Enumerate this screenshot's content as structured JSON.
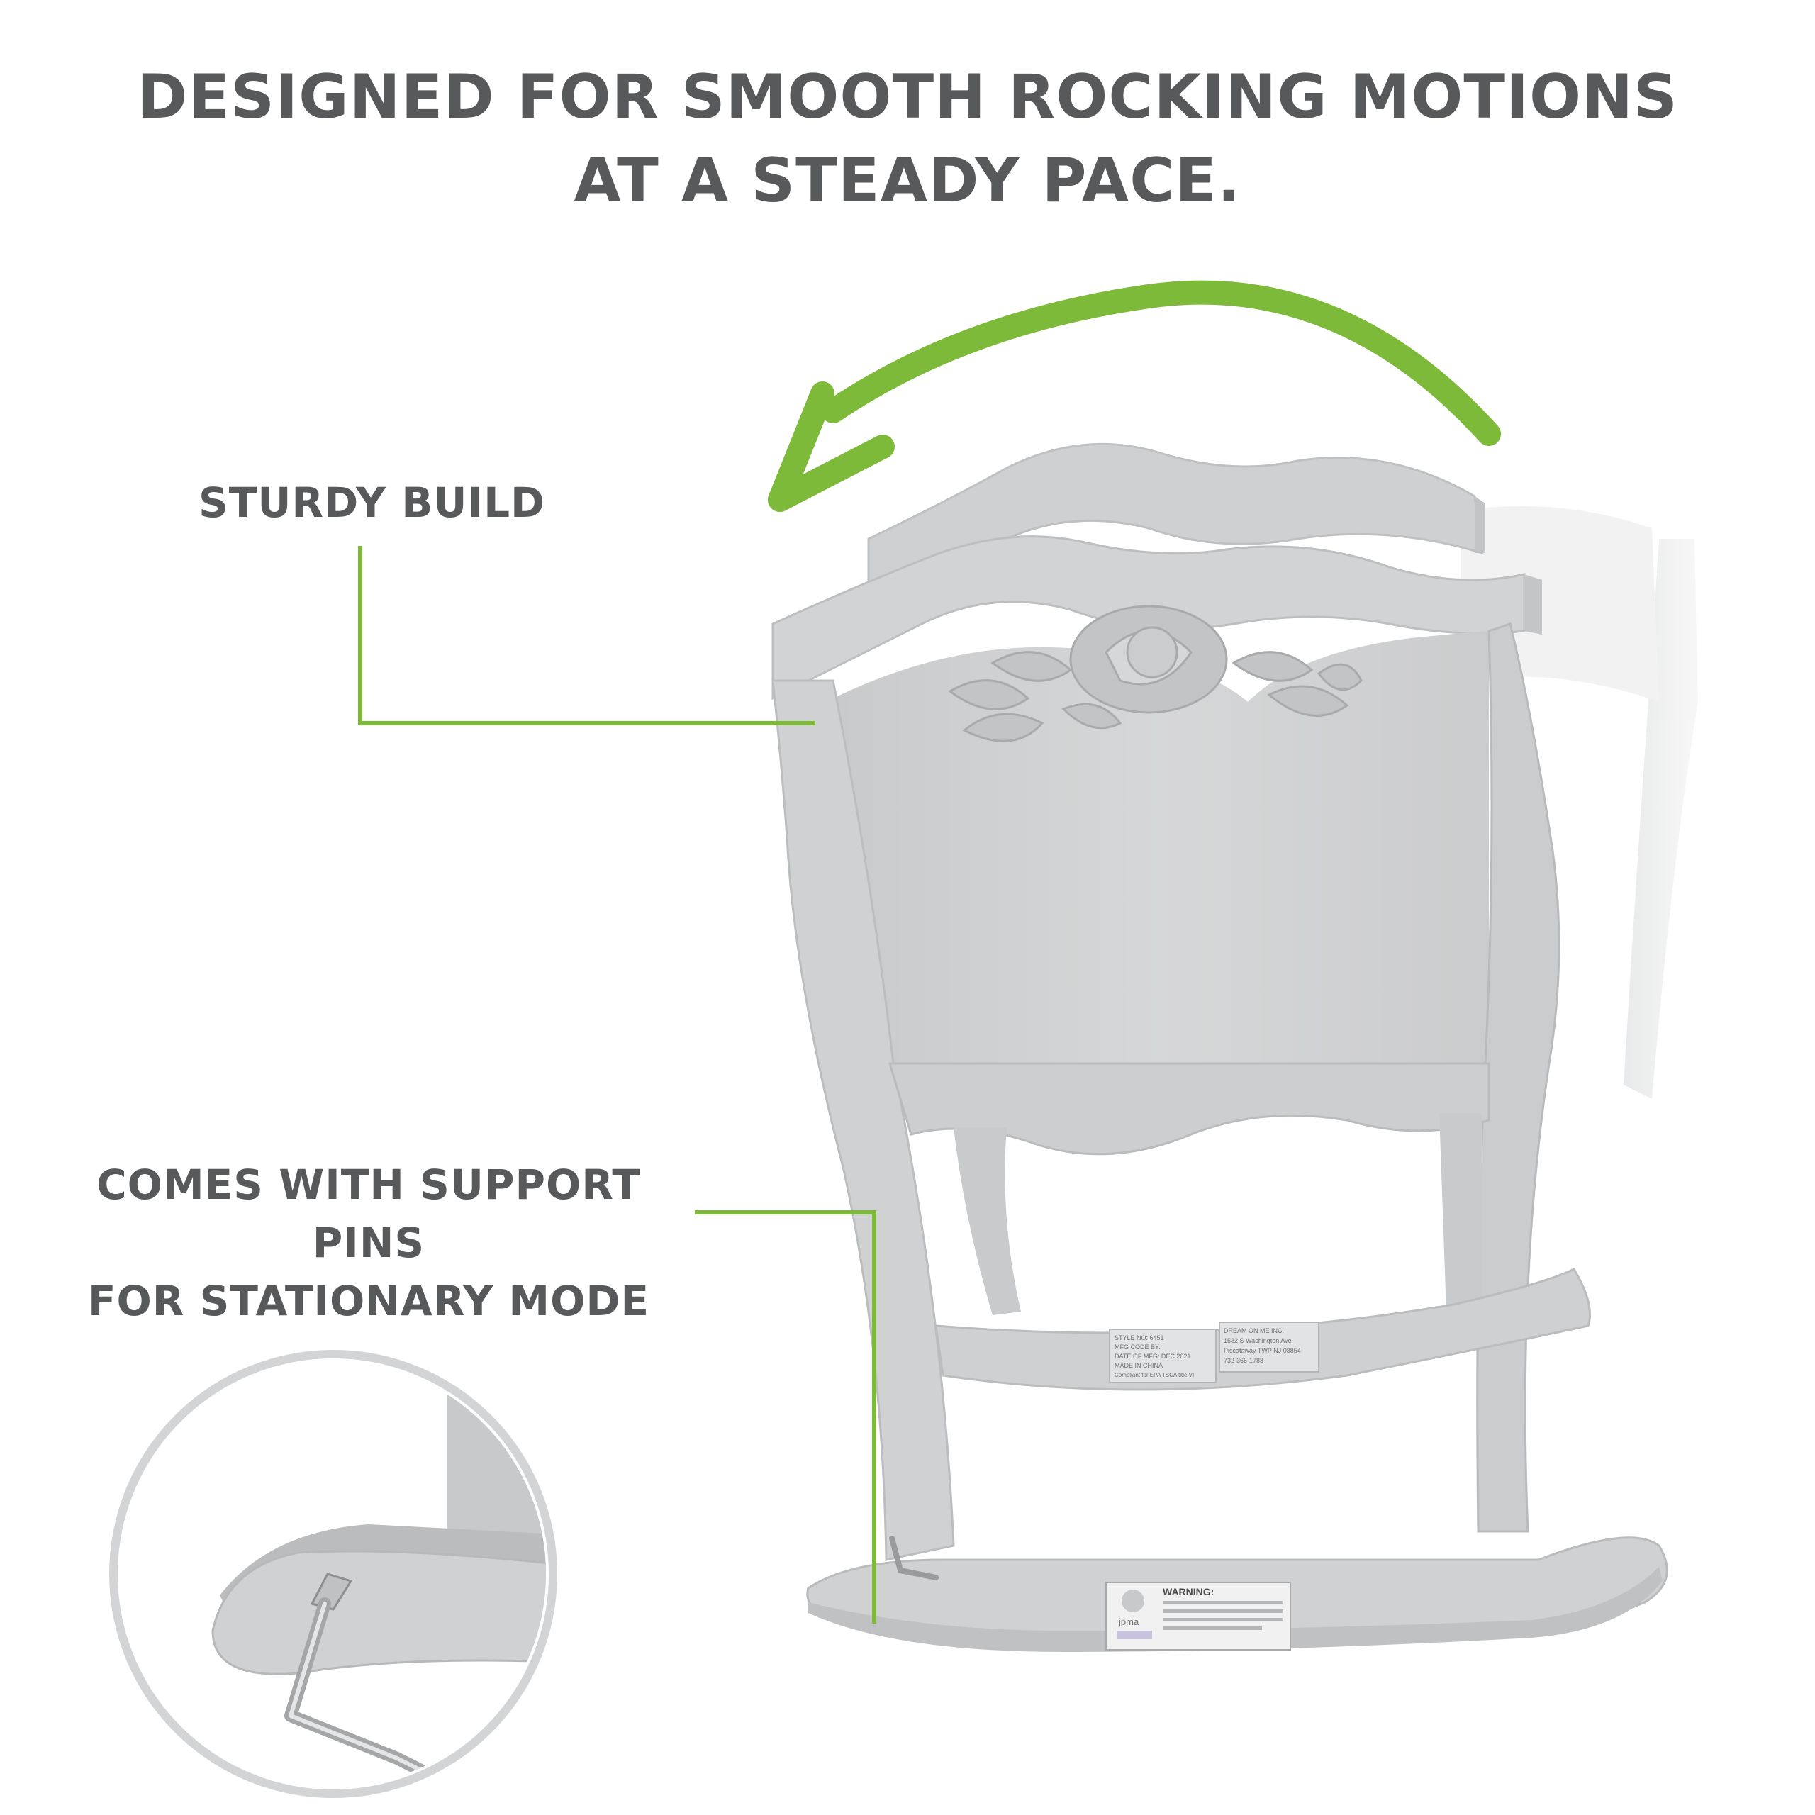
{
  "headline": {
    "line1": "DESIGNED FOR SMOOTH ROCKING MOTIONS",
    "line2": "AT A STEADY PACE."
  },
  "callouts": {
    "sturdy_build": "STURDY BUILD",
    "support_pins_line1": "COMES WITH SUPPORT PINS",
    "support_pins_line2": "FOR STATIONARY MODE"
  },
  "labels": {
    "style_label": [
      "STYLE NO: 6451",
      "MFG CODE BY:",
      "DATE OF MFG: DEC 2021",
      "MADE IN CHINA",
      "Compliant for EPA TSCA title VI"
    ],
    "company_label": [
      "DREAM ON ME INC.",
      "1532 S Washington Ave",
      "Piscataway TWP NJ 08854",
      "732-366-1788"
    ],
    "warning_title": "WARNING:",
    "certification_mark": "jpma"
  },
  "colors": {
    "accent_green": "#7dba3a",
    "text_gray": "#58595b",
    "furniture_gray": "#d4d5d6"
  }
}
